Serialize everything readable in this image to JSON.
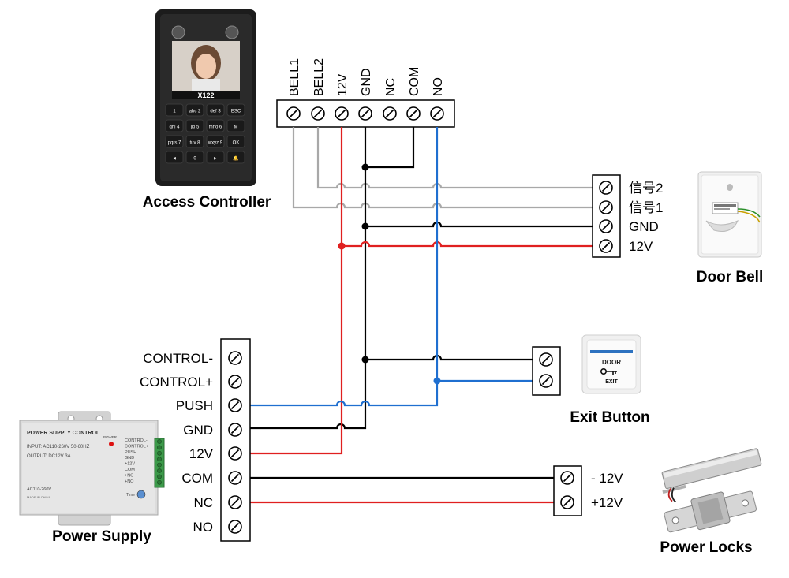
{
  "titles": {
    "access_controller": "Access Controller",
    "door_bell": "Door Bell",
    "exit_button": "Exit Button",
    "power_supply": "Power Supply",
    "power_locks": "Power Locks"
  },
  "access_controller": {
    "model": "X122",
    "terminals": [
      "BELL1",
      "BELL2",
      "12V",
      "GND",
      "NC",
      "COM",
      "NO"
    ],
    "keypad": [
      "1",
      "abc 2",
      "def 3",
      "ESC",
      "ghi 4",
      "jkl 5",
      "mno 6",
      "M",
      "pqrs 7",
      "tuv 8",
      "wxyz 9",
      "OK",
      "◄",
      "0",
      "►",
      "🔔"
    ]
  },
  "door_bell": {
    "terminals": [
      "信号2",
      "信号1",
      "GND",
      "12V"
    ]
  },
  "power_supply": {
    "terminals": [
      "CONTROL-",
      "CONTROL+",
      "PUSH",
      "GND",
      "12V",
      "COM",
      "NC",
      "NO"
    ],
    "device_title": "POWER SUPPLY CONTROL",
    "device_input": "INPUT: AC110-260V 50-60HZ",
    "device_output": "OUTPUT: DC12V  3A",
    "device_power": "POWER",
    "device_ac": "AC110-260V",
    "device_made": "MADE IN CHINA",
    "device_time": "Time",
    "device_terms": [
      "CONTROL-",
      "CONTROL+",
      "PUSH",
      "GND",
      "+12V",
      "COM",
      "+NC",
      "+NO"
    ]
  },
  "exit_button": {
    "face_top": "DOOR",
    "face_bottom": "EXIT"
  },
  "power_locks": {
    "terminals": [
      "- 12V",
      "+12V"
    ]
  },
  "colors": {
    "red": "#e02020",
    "blue": "#1f6fd0",
    "black": "#000000",
    "gray": "#a8a8a8"
  }
}
